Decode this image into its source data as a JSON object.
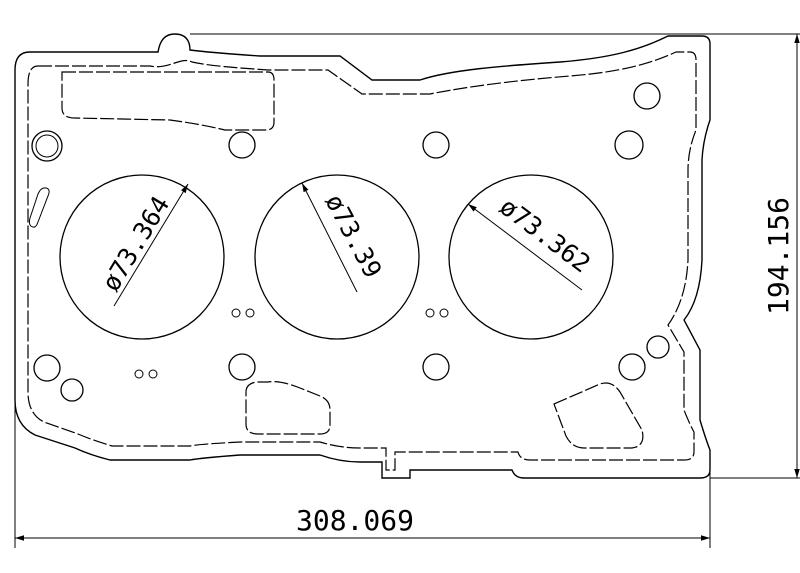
{
  "dimensions": {
    "overall_width": "308.069",
    "overall_height": "194.156"
  },
  "bores": [
    {
      "diameter_label": "ø73.364"
    },
    {
      "diameter_label": "ø73.39"
    },
    {
      "diameter_label": "ø73.362"
    }
  ]
}
